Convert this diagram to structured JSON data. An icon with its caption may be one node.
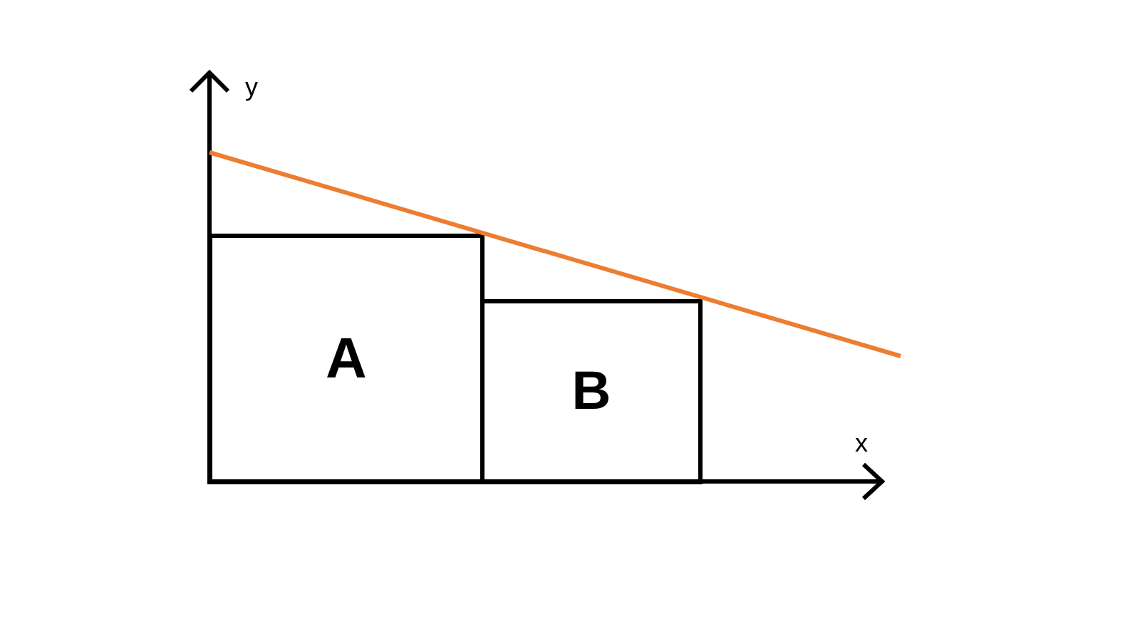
{
  "diagram": {
    "nodes": [
      {
        "text": [
          "A"
        ]
      },
      {
        "text": [
          "B"
        ]
      }
    ],
    "labels": [
      "y",
      "x"
    ]
  }
}
